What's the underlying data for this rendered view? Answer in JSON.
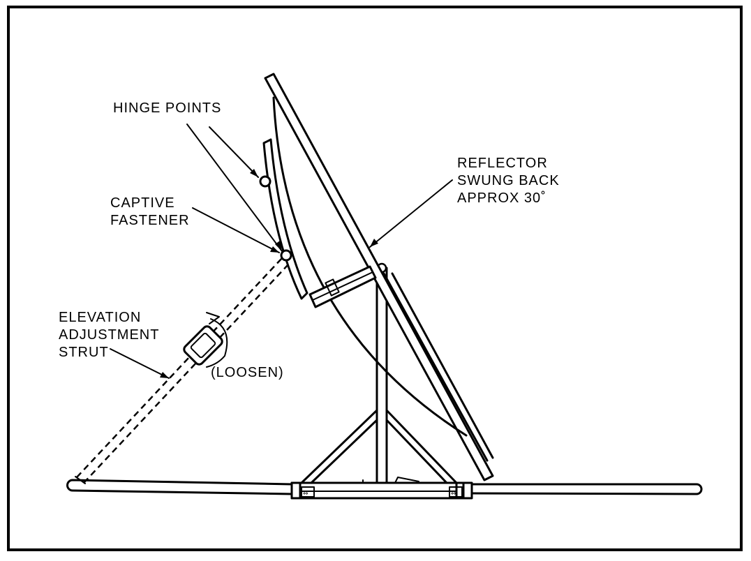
{
  "labels": {
    "hinge_points": "HINGE POINTS",
    "captive_fastener_line1": "CAPTIVE",
    "captive_fastener_line2": "FASTENER",
    "reflector_line1": "REFLECTOR",
    "reflector_line2": "SWUNG BACK",
    "reflector_line3": "APPROX 30˚",
    "elevation_line1": "ELEVATION",
    "elevation_line2": "ADJUSTMENT",
    "elevation_line3": "STRUT",
    "loosen": "(LOOSEN)"
  }
}
